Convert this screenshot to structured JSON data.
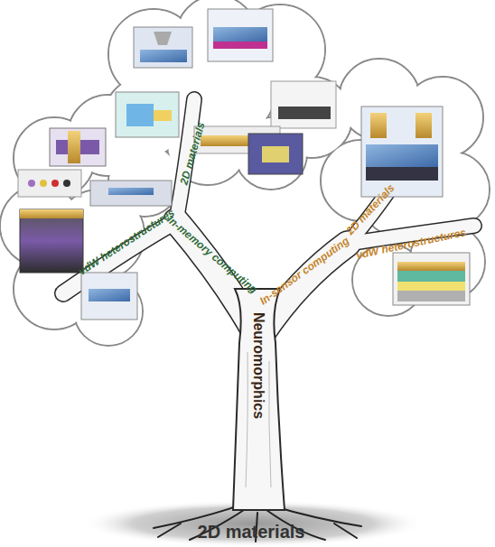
{
  "diagram": {
    "labels": [
      "vdW heterostructures",
      "2D materials",
      "In-memory computing",
      "In-sensor computing",
      "2D materials",
      "vdW heterostructures",
      "Neuromorphics",
      "2D materials"
    ]
  }
}
